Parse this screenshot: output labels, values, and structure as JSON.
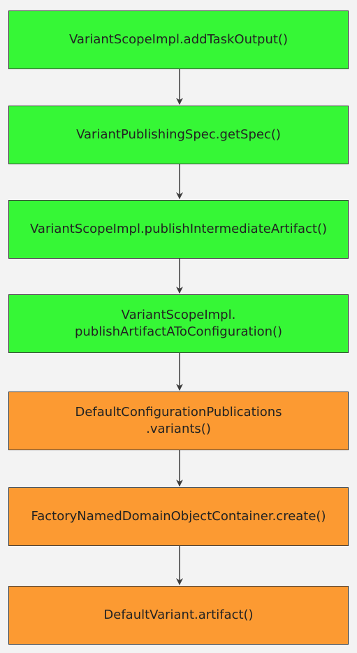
{
  "colors": {
    "green": "#36f736",
    "orange": "#fc9a32",
    "stroke": "#3b3b3b",
    "background": "#f3f3f3"
  },
  "nodes": [
    {
      "label": "VariantScopeImpl.addTaskOutput()",
      "color": "green"
    },
    {
      "label": "VariantPublishingSpec.getSpec()",
      "color": "green"
    },
    {
      "label": "VariantScopeImpl.publishIntermediateArtifact()",
      "color": "green"
    },
    {
      "label": "VariantScopeImpl.\npublishArtifactAToConfiguration()",
      "color": "green"
    },
    {
      "label": "DefaultConfigurationPublications\n.variants()",
      "color": "orange"
    },
    {
      "label": "FactoryNamedDomainObjectContainer.create()",
      "color": "orange"
    },
    {
      "label": "DefaultVariant.artifact()",
      "color": "orange"
    }
  ]
}
